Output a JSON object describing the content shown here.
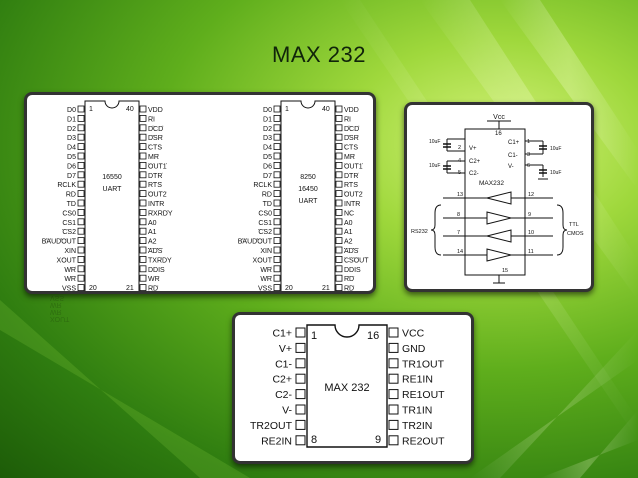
{
  "slide": {
    "title": "MAX 232"
  },
  "uart16550": {
    "pin_first": "1",
    "pin_last_left": "20",
    "pin_last_right": "21",
    "pin_top_right": "40",
    "chip_lines": [
      "16550",
      "UART"
    ],
    "left_pins": [
      "D0",
      "D1",
      "D2",
      "D3",
      "D4",
      "D5",
      "D6",
      "D7",
      "RCLK",
      "RD",
      "TD",
      "CS0",
      "CS1",
      "CS2",
      "BAUDOUT",
      "XIN",
      "XOUT",
      "WR",
      "WR",
      "VSS"
    ],
    "right_pins": [
      "VDD",
      "RI",
      "DCD",
      "DSR",
      "CTS",
      "MR",
      "OUT1",
      "DTR",
      "RTS",
      "OUT2",
      "INTR",
      "RXRDY",
      "A0",
      "A1",
      "A2",
      "ADS",
      "TXRDY",
      "DDIS",
      "WR",
      "RD"
    ]
  },
  "uart8250": {
    "pin_first": "1",
    "pin_last_left": "20",
    "pin_last_right": "21",
    "pin_top_right": "40",
    "chip_lines": [
      "8250",
      "16450",
      "UART"
    ],
    "left_pins": [
      "D0",
      "D1",
      "D2",
      "D3",
      "D4",
      "D5",
      "D6",
      "D7",
      "RCLK",
      "RD",
      "TD",
      "CS0",
      "CS1",
      "CS2",
      "BAUDOUT",
      "XIN",
      "XOUT",
      "WR",
      "WR",
      "VSS"
    ],
    "right_pins": [
      "VDD",
      "RI",
      "DCD",
      "DSR",
      "CTS",
      "MR",
      "OUT1",
      "DTR",
      "RTS",
      "OUT2",
      "INTR",
      "NC",
      "A0",
      "A1",
      "A2",
      "ADS",
      "CSOUT",
      "DDIS",
      "RD",
      "RD"
    ]
  },
  "max232_circuit": {
    "vcc": "Vcc",
    "chip_name": "MAX232",
    "cap_label": "10uF",
    "rs232_label": "RS232",
    "ttl_label": "TTL",
    "cmos_label": "CMOS",
    "inner_pins": [
      "C1+",
      "C1-",
      "V+",
      "C2+",
      "C2-",
      "V-"
    ],
    "pin_numbers": [
      "16",
      "1",
      "3",
      "2",
      "4",
      "5",
      "6",
      "13",
      "12",
      "8",
      "9",
      "7",
      "10",
      "14",
      "11",
      "15"
    ]
  },
  "max232_pinout": {
    "chip_label": "MAX 232",
    "left_pins": [
      "C1+",
      "V+",
      "C1-",
      "C2+",
      "C2-",
      "V-",
      "TR2OUT",
      "RE2IN"
    ],
    "right_pins": [
      "VCC",
      "GND",
      "TR1OUT",
      "RE1IN",
      "RE1OUT",
      "TR1IN",
      "TR2IN",
      "RE2OUT"
    ],
    "pin_1": "1",
    "pin_8": "8",
    "pin_9": "9",
    "pin_16": "16"
  }
}
